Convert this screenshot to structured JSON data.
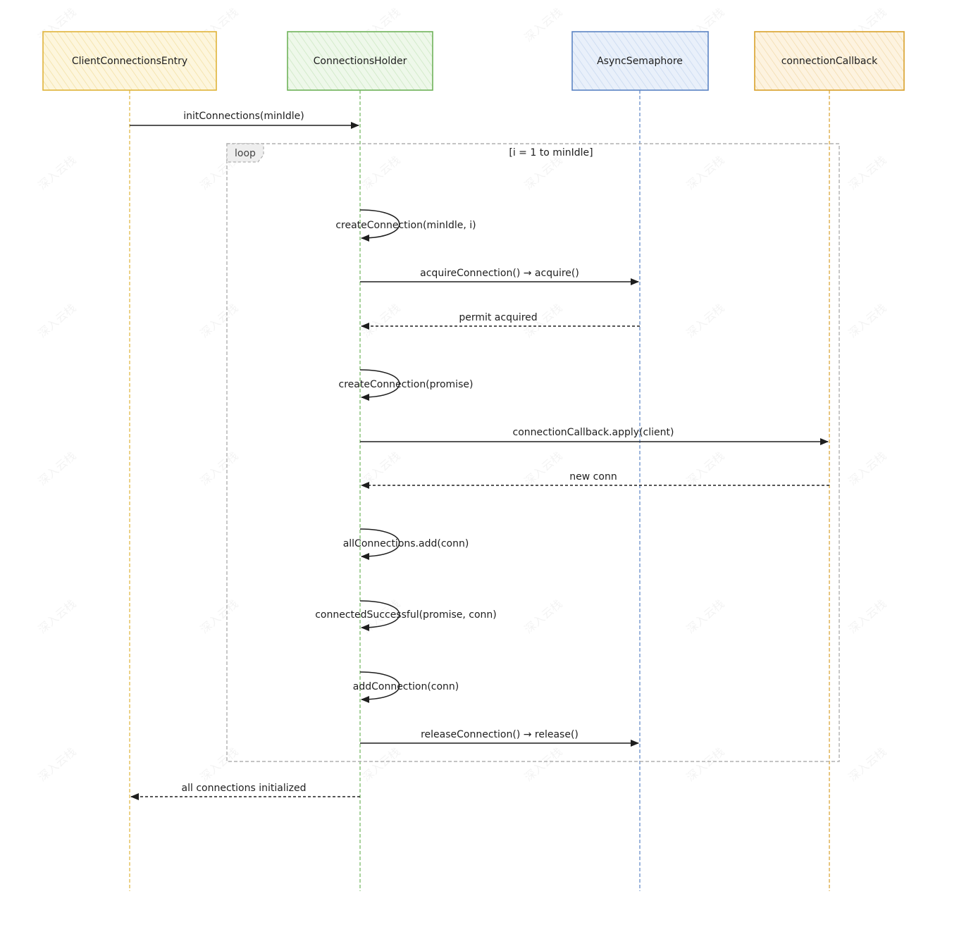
{
  "participants": [
    {
      "id": "entry",
      "name": "ClientConnectionsEntry",
      "stroke": "#e0b43a",
      "fill": "#fdf6dd"
    },
    {
      "id": "holder",
      "name": "ConnectionsHolder",
      "stroke": "#6fb35a",
      "fill": "#eef8ea"
    },
    {
      "id": "sem",
      "name": "AsyncSemaphore",
      "stroke": "#5b84c4",
      "fill": "#e9f0fa"
    },
    {
      "id": "cb",
      "name": "connectionCallback",
      "stroke": "#d9a12b",
      "fill": "#fdf3e0"
    }
  ],
  "loop": {
    "tag": "loop",
    "condition": "[i = 1 to minIdle]"
  },
  "messages": [
    {
      "from": "entry",
      "to": "holder",
      "label": "initConnections(minIdle)",
      "style": "solid"
    },
    {
      "from": "holder",
      "to": "holder",
      "label": "createConnection(minIdle, i)",
      "style": "self"
    },
    {
      "from": "holder",
      "to": "sem",
      "label": "acquireConnection() → acquire()",
      "style": "solid"
    },
    {
      "from": "sem",
      "to": "holder",
      "label": "permit acquired",
      "style": "dashed"
    },
    {
      "from": "holder",
      "to": "holder",
      "label": "createConnection(promise)",
      "style": "self"
    },
    {
      "from": "holder",
      "to": "cb",
      "label": "connectionCallback.apply(client)",
      "style": "solid"
    },
    {
      "from": "cb",
      "to": "holder",
      "label": "new conn",
      "style": "dashed"
    },
    {
      "from": "holder",
      "to": "holder",
      "label": "allConnections.add(conn)",
      "style": "self"
    },
    {
      "from": "holder",
      "to": "holder",
      "label": "connectedSuccessful(promise, conn)",
      "style": "self"
    },
    {
      "from": "holder",
      "to": "holder",
      "label": "addConnection(conn)",
      "style": "self"
    },
    {
      "from": "holder",
      "to": "sem",
      "label": "releaseConnection() → release()",
      "style": "solid"
    },
    {
      "from": "holder",
      "to": "entry",
      "label": "all connections initialized",
      "style": "dashed"
    }
  ],
  "watermark": "深入云栈"
}
